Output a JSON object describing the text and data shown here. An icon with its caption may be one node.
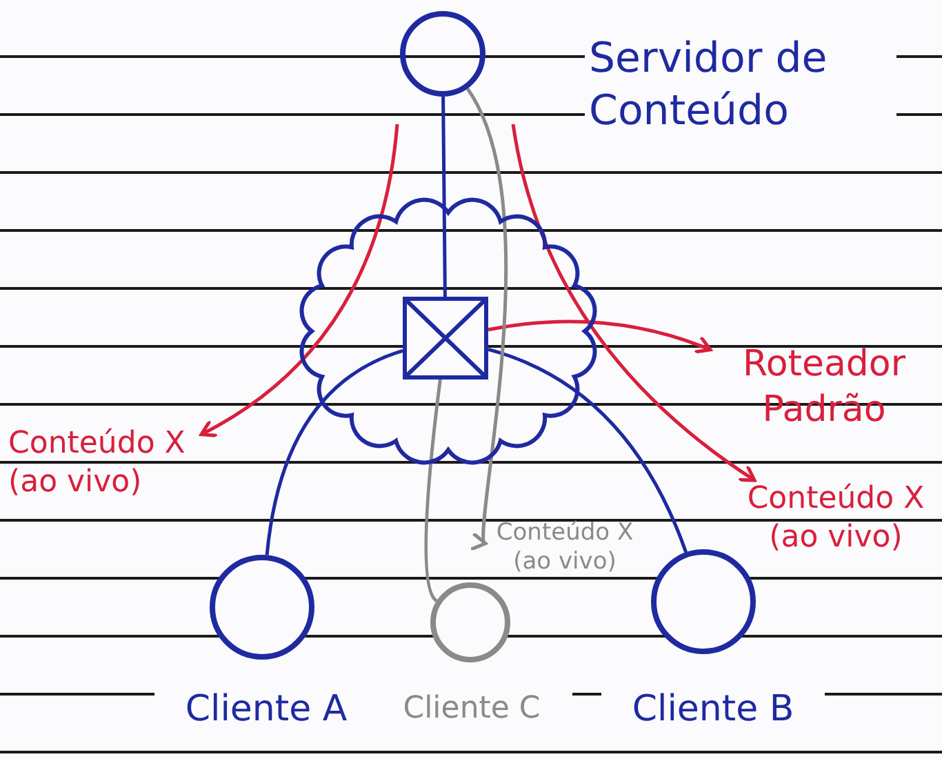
{
  "diagram": {
    "nodes": [
      {
        "text": [
          "Servidor de Conteúdo"
        ]
      },
      {
        "text": [],
        "shape": "cloud"
      },
      {
        "text": [],
        "shape": "box",
        "in": 1
      },
      {
        "text": [
          "Roteador Padrão"
        ]
      },
      {
        "text": [
          "Cliente A"
        ]
      },
      {
        "text": [
          "Cliente C"
        ]
      },
      {
        "text": [
          "Cliente B"
        ]
      },
      {
        "text": [
          "Conteúdo X (ao vivo)"
        ]
      },
      {
        "text": [
          "Conteúdo X (ao vivo)"
        ]
      },
      {
        "text": [
          "Conteúdo X (ao vivo)"
        ]
      }
    ],
    "edges": [
      {
        "from": 0,
        "to": 2,
        "arrow": "none"
      },
      {
        "from": 2,
        "to": 4,
        "arrow": "none"
      },
      {
        "from": 2,
        "to": 6,
        "arrow": "none"
      },
      {
        "from": 2,
        "to": 5,
        "arrow": "none",
        "color": "#8a8a8a"
      },
      {
        "from": 2,
        "to": 3,
        "arrow": "to",
        "color": "#d8203c"
      },
      {
        "from": null,
        "to": 7,
        "arrow": "to",
        "color": "#d8203c"
      },
      {
        "from": null,
        "to": 9,
        "arrow": "to",
        "color": "#d8203c"
      },
      {
        "from": 0,
        "to": 8,
        "arrow": "to",
        "color": "#8a8a8a"
      }
    ]
  }
}
